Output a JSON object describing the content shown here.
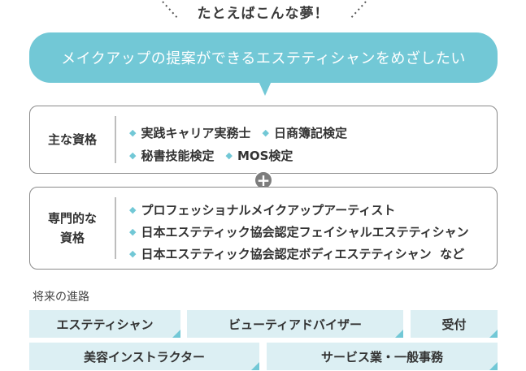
{
  "headline": "たとえばこんな夢！",
  "dream_bubble": "メイクアップの提案ができるエステティシャンをめざしたい",
  "main_qualifications": {
    "label": "主な資格",
    "rows": [
      [
        "実践キャリア実務士",
        "日商簿記検定"
      ],
      [
        "秘書技能検定",
        "MOS検定"
      ]
    ]
  },
  "plus_symbol": "+",
  "specialized_qualifications": {
    "label_line1": "専門的な",
    "label_line2": "資格",
    "rows": [
      [
        "プロフェッショナルメイクアップアーティスト"
      ],
      [
        "日本エステティック協会認定フェイシャルエステティシャン"
      ],
      [
        "日本エステティック協会認定ボディエステティシャン  など"
      ]
    ]
  },
  "future_paths": {
    "title": "将来の進路",
    "items": [
      "エステティシャン",
      "ビューティアドバイザー",
      "受付",
      "美容インストラクター",
      "サービス業・一般事務"
    ]
  },
  "colors": {
    "accent": "#72c8d6",
    "path_bg": "#dceff3",
    "border": "#8a8a8a",
    "plus_bg": "#7d7d7d"
  },
  "icons": {
    "bullet": "diamond-bullet-icon",
    "plus": "plus-icon"
  }
}
